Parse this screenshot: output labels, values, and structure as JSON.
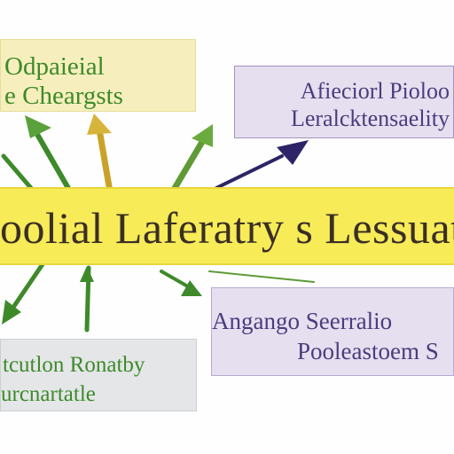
{
  "colors": {
    "green": "#3e8a2a",
    "olive_green": "#5f9a36",
    "gold": "#c9a22a",
    "navy": "#2c2467",
    "purple_text": "#4c3c7d",
    "yellow_banner": "#f7eb58",
    "pale_yellow": "#f6efbd",
    "lavender": "#e6dff0",
    "gray": "#e4e6e8"
  },
  "top_left_box": {
    "line1": "Odpaieial",
    "line2": "e Cheargsts"
  },
  "top_right_box": {
    "line1": "Afieciorl Pioloo",
    "line2": "Leralcktensaelity"
  },
  "banner": {
    "title": "oolial Laferatry s Lessuatio"
  },
  "bottom_right_box": {
    "line1": "Angango  Seerralio",
    "line2": "Pooleastoem S"
  },
  "bottom_left_box": {
    "line1": "tcutlon Ronatby",
    "line2": "urcnartatle"
  }
}
